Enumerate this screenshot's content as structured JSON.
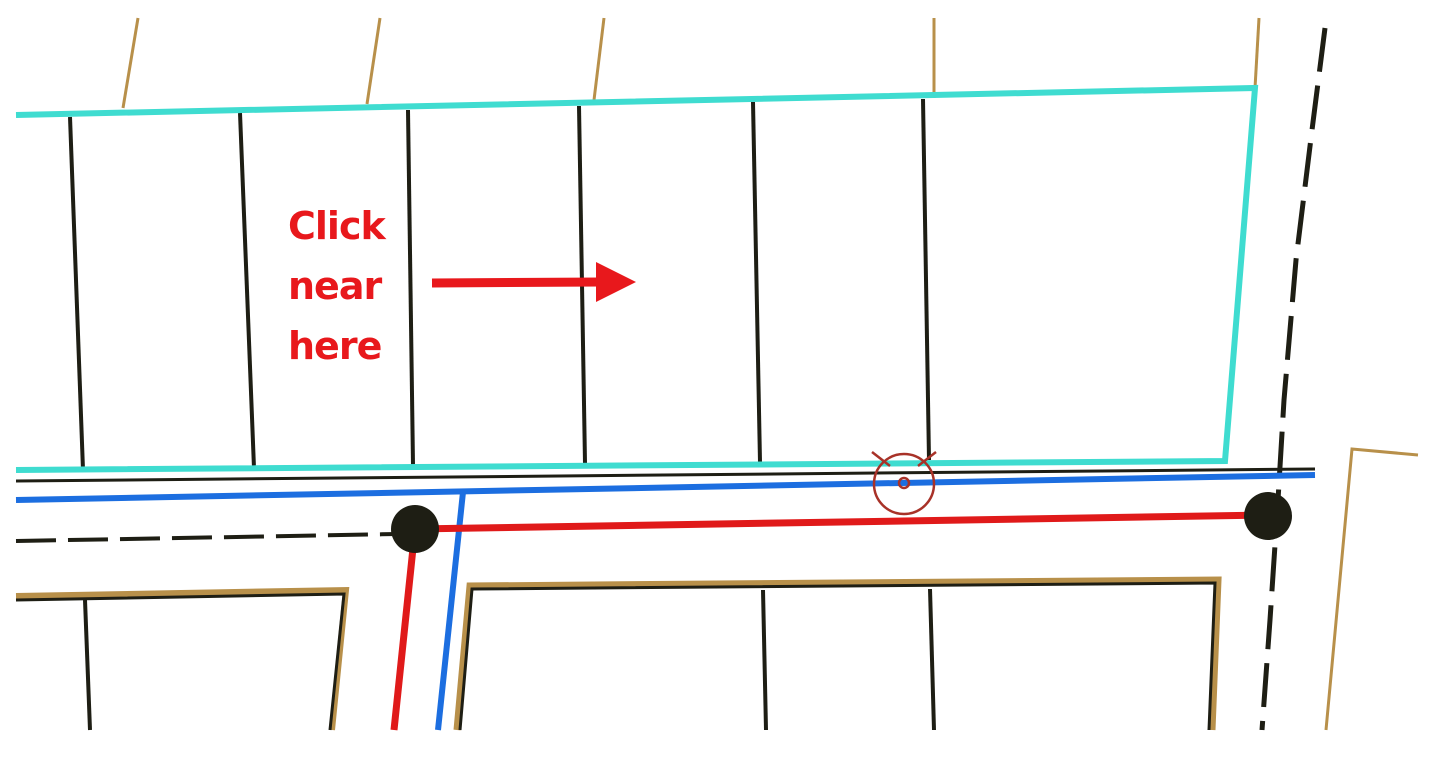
{
  "callout": {
    "lines": [
      "Click",
      "near",
      "here"
    ]
  },
  "colors": {
    "selected_parcel_outline": "#3fdcd0",
    "property_boundary": "#b8904a",
    "lot_line": "#1e1e14",
    "water_main": "#1c6ee0",
    "sewer_main": "#e01a1a",
    "callout": "#e8181c",
    "manhole": "#1e1e14",
    "valve_symbol": "#a83228"
  },
  "legend_semantics": {
    "blue_line": "water-main",
    "red_line": "sewer-main",
    "black_dashed_line": "road-centerline",
    "cyan_outline": "selected-parcel",
    "tan_lines": "property-boundaries"
  }
}
